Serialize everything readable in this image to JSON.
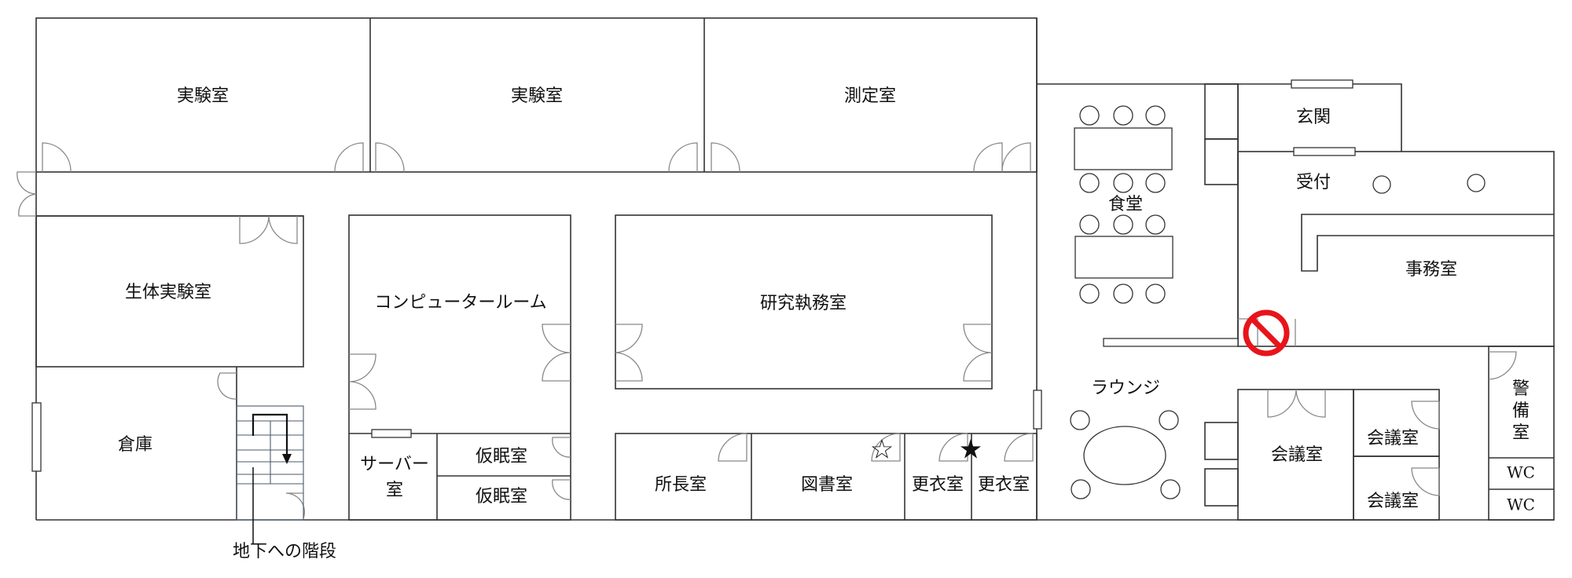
{
  "rooms": {
    "lab1": "実験室",
    "lab2": "実験室",
    "measurement": "測定室",
    "bio_lab": "生体実験室",
    "storage": "倉庫",
    "computer_room": "コンピュータールーム",
    "server_line1": "サーバー",
    "server_line2": "室",
    "nap1": "仮眠室",
    "nap2": "仮眠室",
    "research_office": "研究執務室",
    "director": "所長室",
    "library": "図書室",
    "locker1": "更衣室",
    "locker2": "更衣室",
    "cafeteria": "食堂",
    "lounge": "ラウンジ",
    "entrance": "玄関",
    "reception": "受付",
    "office": "事務室",
    "meeting_large": "会議室",
    "meeting_small1": "会議室",
    "meeting_small2": "会議室",
    "guard_chars": [
      "警",
      "備",
      "室"
    ],
    "wc1": "WC",
    "wc2": "WC"
  },
  "annotations": {
    "stairs_label": "地下への階段"
  },
  "markers": {
    "white_star": "☆",
    "black_star": "★",
    "no_entry_color": "#e8141b"
  }
}
